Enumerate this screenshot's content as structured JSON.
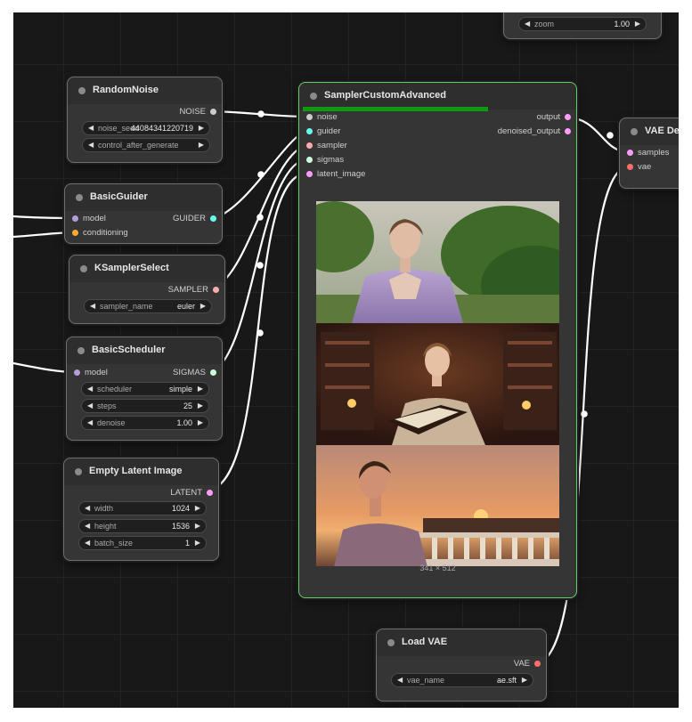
{
  "colors": {
    "noise": "#cccccc",
    "guider": "#66ffee",
    "sampler": "#ffaab0",
    "sigmas": "#ccffdd",
    "latent": "#ff9cf9",
    "model": "#b39ddb",
    "conditioning": "#ffa931",
    "vae": "#ff6e6e",
    "wire": "#ffffff",
    "selected": "#66cc66",
    "progress": "#119911"
  },
  "zoom_node": {
    "widget": {
      "label": "zoom",
      "value": "1.00"
    }
  },
  "random_noise": {
    "title": "RandomNoise",
    "output": "NOISE",
    "widgets": [
      {
        "label": "noise_seed",
        "value": "44084341220719"
      },
      {
        "label": "control_after_generate",
        "value": ""
      }
    ]
  },
  "basic_guider": {
    "title": "BasicGuider",
    "inputs": [
      "model",
      "conditioning"
    ],
    "output": "GUIDER"
  },
  "ksampler_select": {
    "title": "KSamplerSelect",
    "output": "SAMPLER",
    "widgets": [
      {
        "label": "sampler_name",
        "value": "euler"
      }
    ]
  },
  "basic_scheduler": {
    "title": "BasicScheduler",
    "input": "model",
    "output": "SIGMAS",
    "widgets": [
      {
        "label": "scheduler",
        "value": "simple"
      },
      {
        "label": "steps",
        "value": "25"
      },
      {
        "label": "denoise",
        "value": "1.00"
      }
    ]
  },
  "empty_latent": {
    "title": "Empty Latent Image",
    "output": "LATENT",
    "widgets": [
      {
        "label": "width",
        "value": "1024"
      },
      {
        "label": "height",
        "value": "1536"
      },
      {
        "label": "batch_size",
        "value": "1"
      }
    ]
  },
  "sampler_custom": {
    "title": "SamplerCustomAdvanced",
    "progress": 0.8,
    "inputs": [
      "noise",
      "guider",
      "sampler",
      "sigmas",
      "latent_image"
    ],
    "outputs": [
      "output",
      "denoised_output"
    ],
    "preview_size": "341 × 512"
  },
  "vae_decode": {
    "title": "VAE De",
    "inputs": [
      "samples",
      "vae"
    ]
  },
  "load_vae": {
    "title": "Load VAE",
    "output": "VAE",
    "widgets": [
      {
        "label": "vae_name",
        "value": "ae.sft"
      }
    ]
  }
}
